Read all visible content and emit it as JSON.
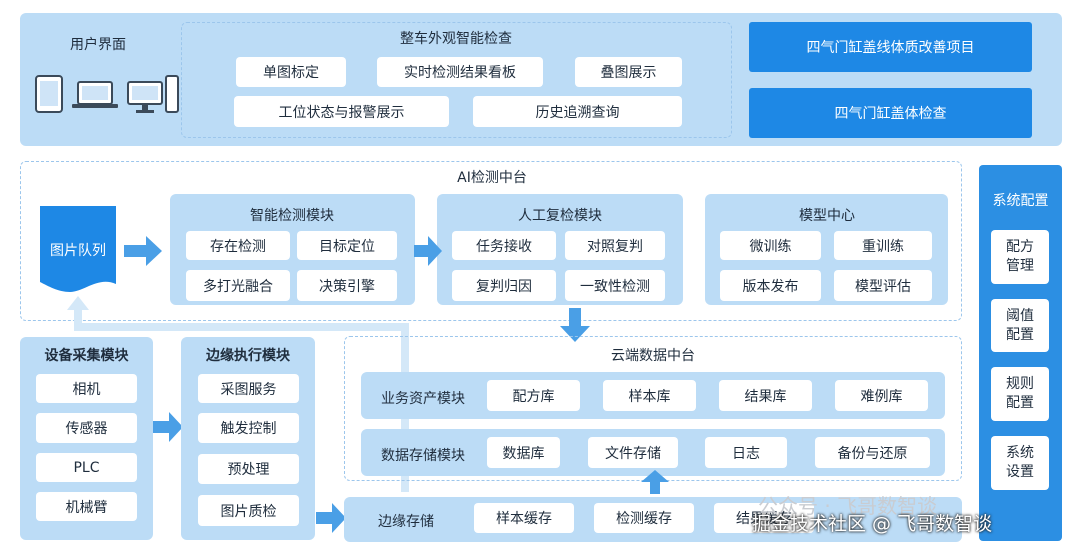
{
  "user_ui": {
    "title": "用户界面",
    "center_title": "整车外观智能检查",
    "items": [
      "单图标定",
      "实时检测结果看板",
      "叠图展示",
      "工位状态与报警展示",
      "历史追溯查询"
    ],
    "projects": [
      "四气门缸盖线体质改善项目",
      "四气门缸盖体检查"
    ]
  },
  "ai_center": {
    "title": "AI检测中台",
    "queue_label": "图片队列",
    "modules": [
      {
        "title": "智能检测模块",
        "items": [
          "存在检测",
          "目标定位",
          "多打光融合",
          "决策引擎"
        ]
      },
      {
        "title": "人工复检模块",
        "items": [
          "任务接收",
          "对照复判",
          "复判归因",
          "一致性检测"
        ]
      },
      {
        "title": "模型中心",
        "items": [
          "微训练",
          "重训练",
          "版本发布",
          "模型评估"
        ]
      }
    ]
  },
  "device_module": {
    "title": "设备采集模块",
    "items": [
      "相机",
      "传感器",
      "PLC",
      "机械臂"
    ]
  },
  "edge_exec": {
    "title": "边缘执行模块",
    "items": [
      "采图服务",
      "触发控制",
      "预处理",
      "图片质检"
    ]
  },
  "cloud": {
    "title": "云端数据中台",
    "rows": [
      {
        "label": "业务资产模块",
        "items": [
          "配方库",
          "样本库",
          "结果库",
          "难例库"
        ]
      },
      {
        "label": "数据存储模块",
        "items": [
          "数据库",
          "文件存储",
          "日志",
          "备份与还原"
        ]
      }
    ]
  },
  "edge_storage": {
    "label": "边缘存储",
    "items": [
      "样本缓存",
      "检测缓存",
      "结果缓存"
    ]
  },
  "system_config": {
    "title": "系统配置",
    "items": [
      "配方\n管理",
      "阈值\n配置",
      "规则\n配置",
      "系统\n设置"
    ]
  },
  "watermark": {
    "line1": "公众号 · 飞哥数智谈",
    "line2": "掘金技术社区 @ 飞哥数智谈"
  },
  "colors": {
    "panel": "#bcdcf6",
    "accent": "#1e88e5",
    "sidebar": "#2c8fe3",
    "arrow": "#4a9fe6"
  }
}
